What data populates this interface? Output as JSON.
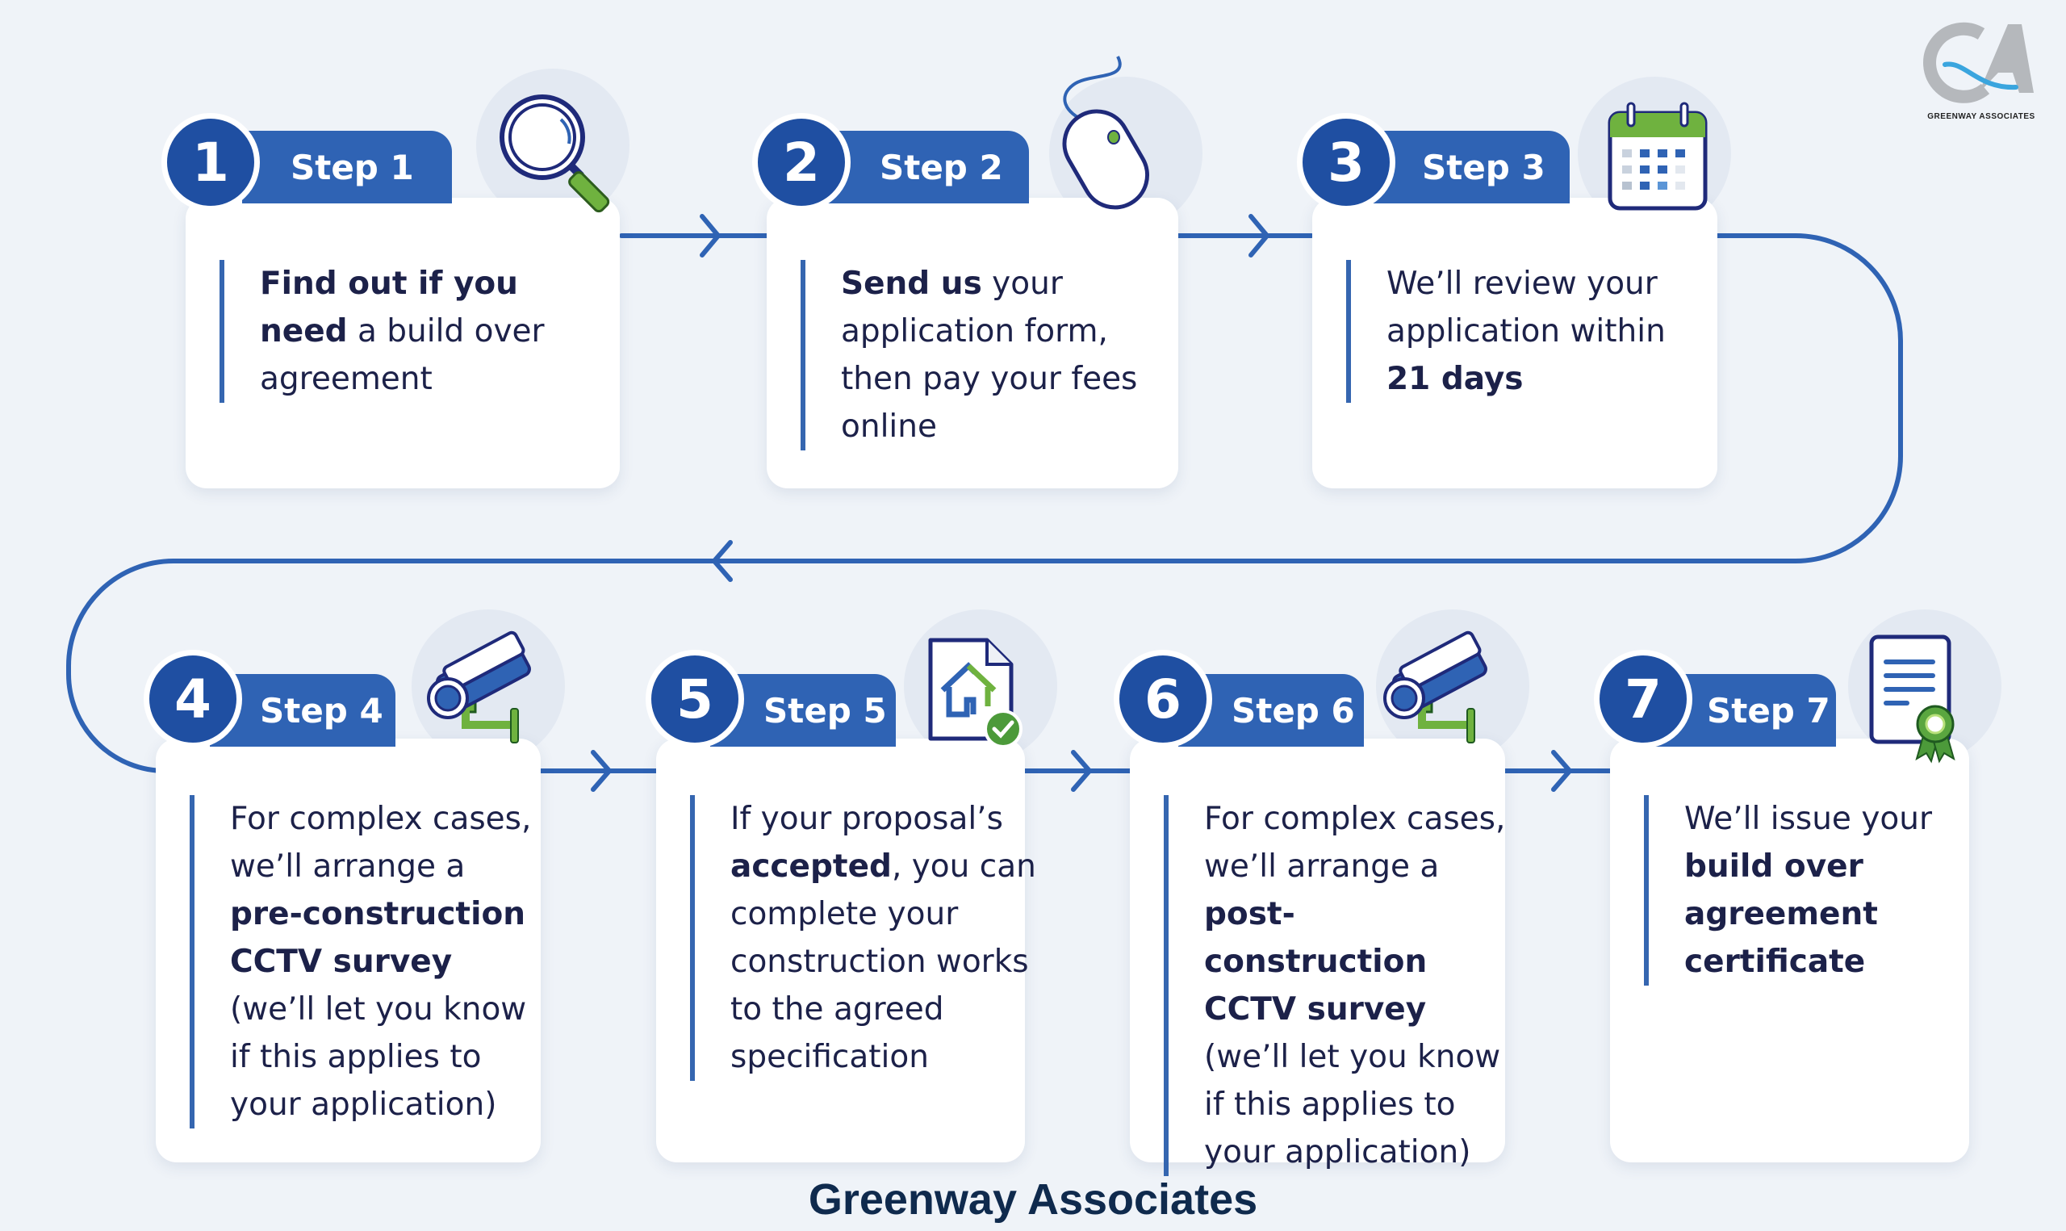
{
  "logo": {
    "initials": "GA",
    "name": "GREENWAY ASSOCIATES"
  },
  "footer": {
    "brand": "Greenway Associates"
  },
  "colors": {
    "primary_blue": "#2f63b4",
    "dark_blue": "#1f4fa2",
    "navy_text": "#1c2149",
    "green": "#6fb23f",
    "background": "#eff3f8"
  },
  "steps": [
    {
      "number": "1",
      "label": "Step 1",
      "icon": "magnifying-glass-icon",
      "parts": [
        {
          "t": "Find out if you need",
          "b": true
        },
        {
          "t": " a build over agreement",
          "b": false
        }
      ]
    },
    {
      "number": "2",
      "label": "Step 2",
      "icon": "computer-mouse-icon",
      "parts": [
        {
          "t": "Send us",
          "b": true
        },
        {
          "t": " your application form, then pay your fees online",
          "b": false
        }
      ]
    },
    {
      "number": "3",
      "label": "Step 3",
      "icon": "calendar-icon",
      "parts": [
        {
          "t": "We’ll review your application within ",
          "b": false
        },
        {
          "t": "21 days",
          "b": true
        }
      ]
    },
    {
      "number": "4",
      "label": "Step 4",
      "icon": "cctv-camera-icon",
      "parts": [
        {
          "t": "For complex cases, we’ll arrange a ",
          "b": false
        },
        {
          "t": "pre-construction CCTV survey",
          "b": true
        },
        {
          "t": " (we’ll let you know if this applies to your application)",
          "b": false
        }
      ]
    },
    {
      "number": "5",
      "label": "Step 5",
      "icon": "house-document-check-icon",
      "parts": [
        {
          "t": "If your proposal’s ",
          "b": false
        },
        {
          "t": "accepted",
          "b": true
        },
        {
          "t": ", you can complete your construction works to the agreed specification",
          "b": false
        }
      ]
    },
    {
      "number": "6",
      "label": "Step 6",
      "icon": "cctv-camera-icon",
      "parts": [
        {
          "t": "For complex cases, we’ll arrange a ",
          "b": false
        },
        {
          "t": "post-construction CCTV survey",
          "b": true
        },
        {
          "t": " (we’ll let you know if this applies to your application)",
          "b": false
        }
      ]
    },
    {
      "number": "7",
      "label": "Step 7",
      "icon": "certificate-icon",
      "parts": [
        {
          "t": "We’ll issue your ",
          "b": false
        },
        {
          "t": "build over agreement certificate",
          "b": true
        }
      ]
    }
  ]
}
